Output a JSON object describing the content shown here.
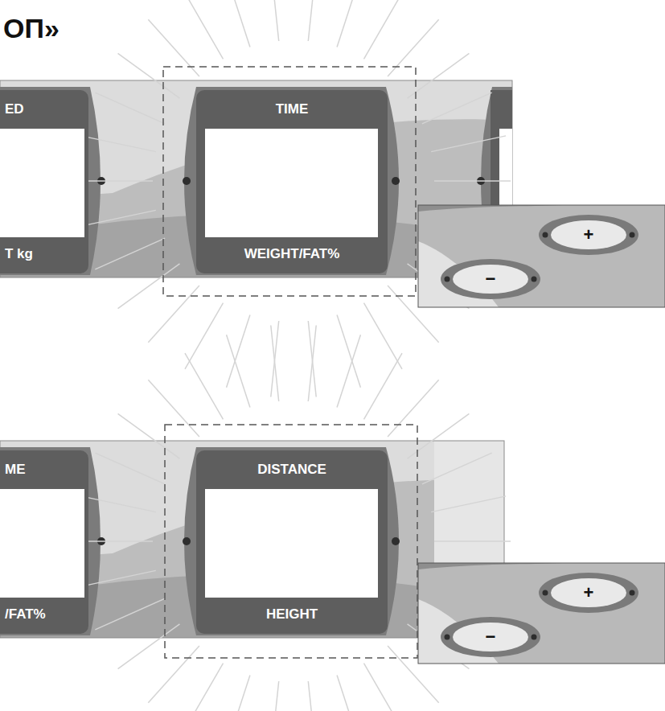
{
  "diagram": {
    "title": "ОП»",
    "nodes": [
      {
        "text": [
          "ED",
          "T kg"
        ]
      },
      {
        "text": [
          "TIME",
          "WEIGHT/FAT%"
        ]
      },
      {
        "text": [
          "+"
        ]
      },
      {
        "text": [
          "−"
        ]
      },
      {
        "text": [
          "ME",
          "/FAT%"
        ]
      },
      {
        "text": [
          "DISTANCE",
          "HEIGHT"
        ]
      },
      {
        "text": [
          "+"
        ]
      },
      {
        "text": [
          "−"
        ]
      }
    ]
  }
}
